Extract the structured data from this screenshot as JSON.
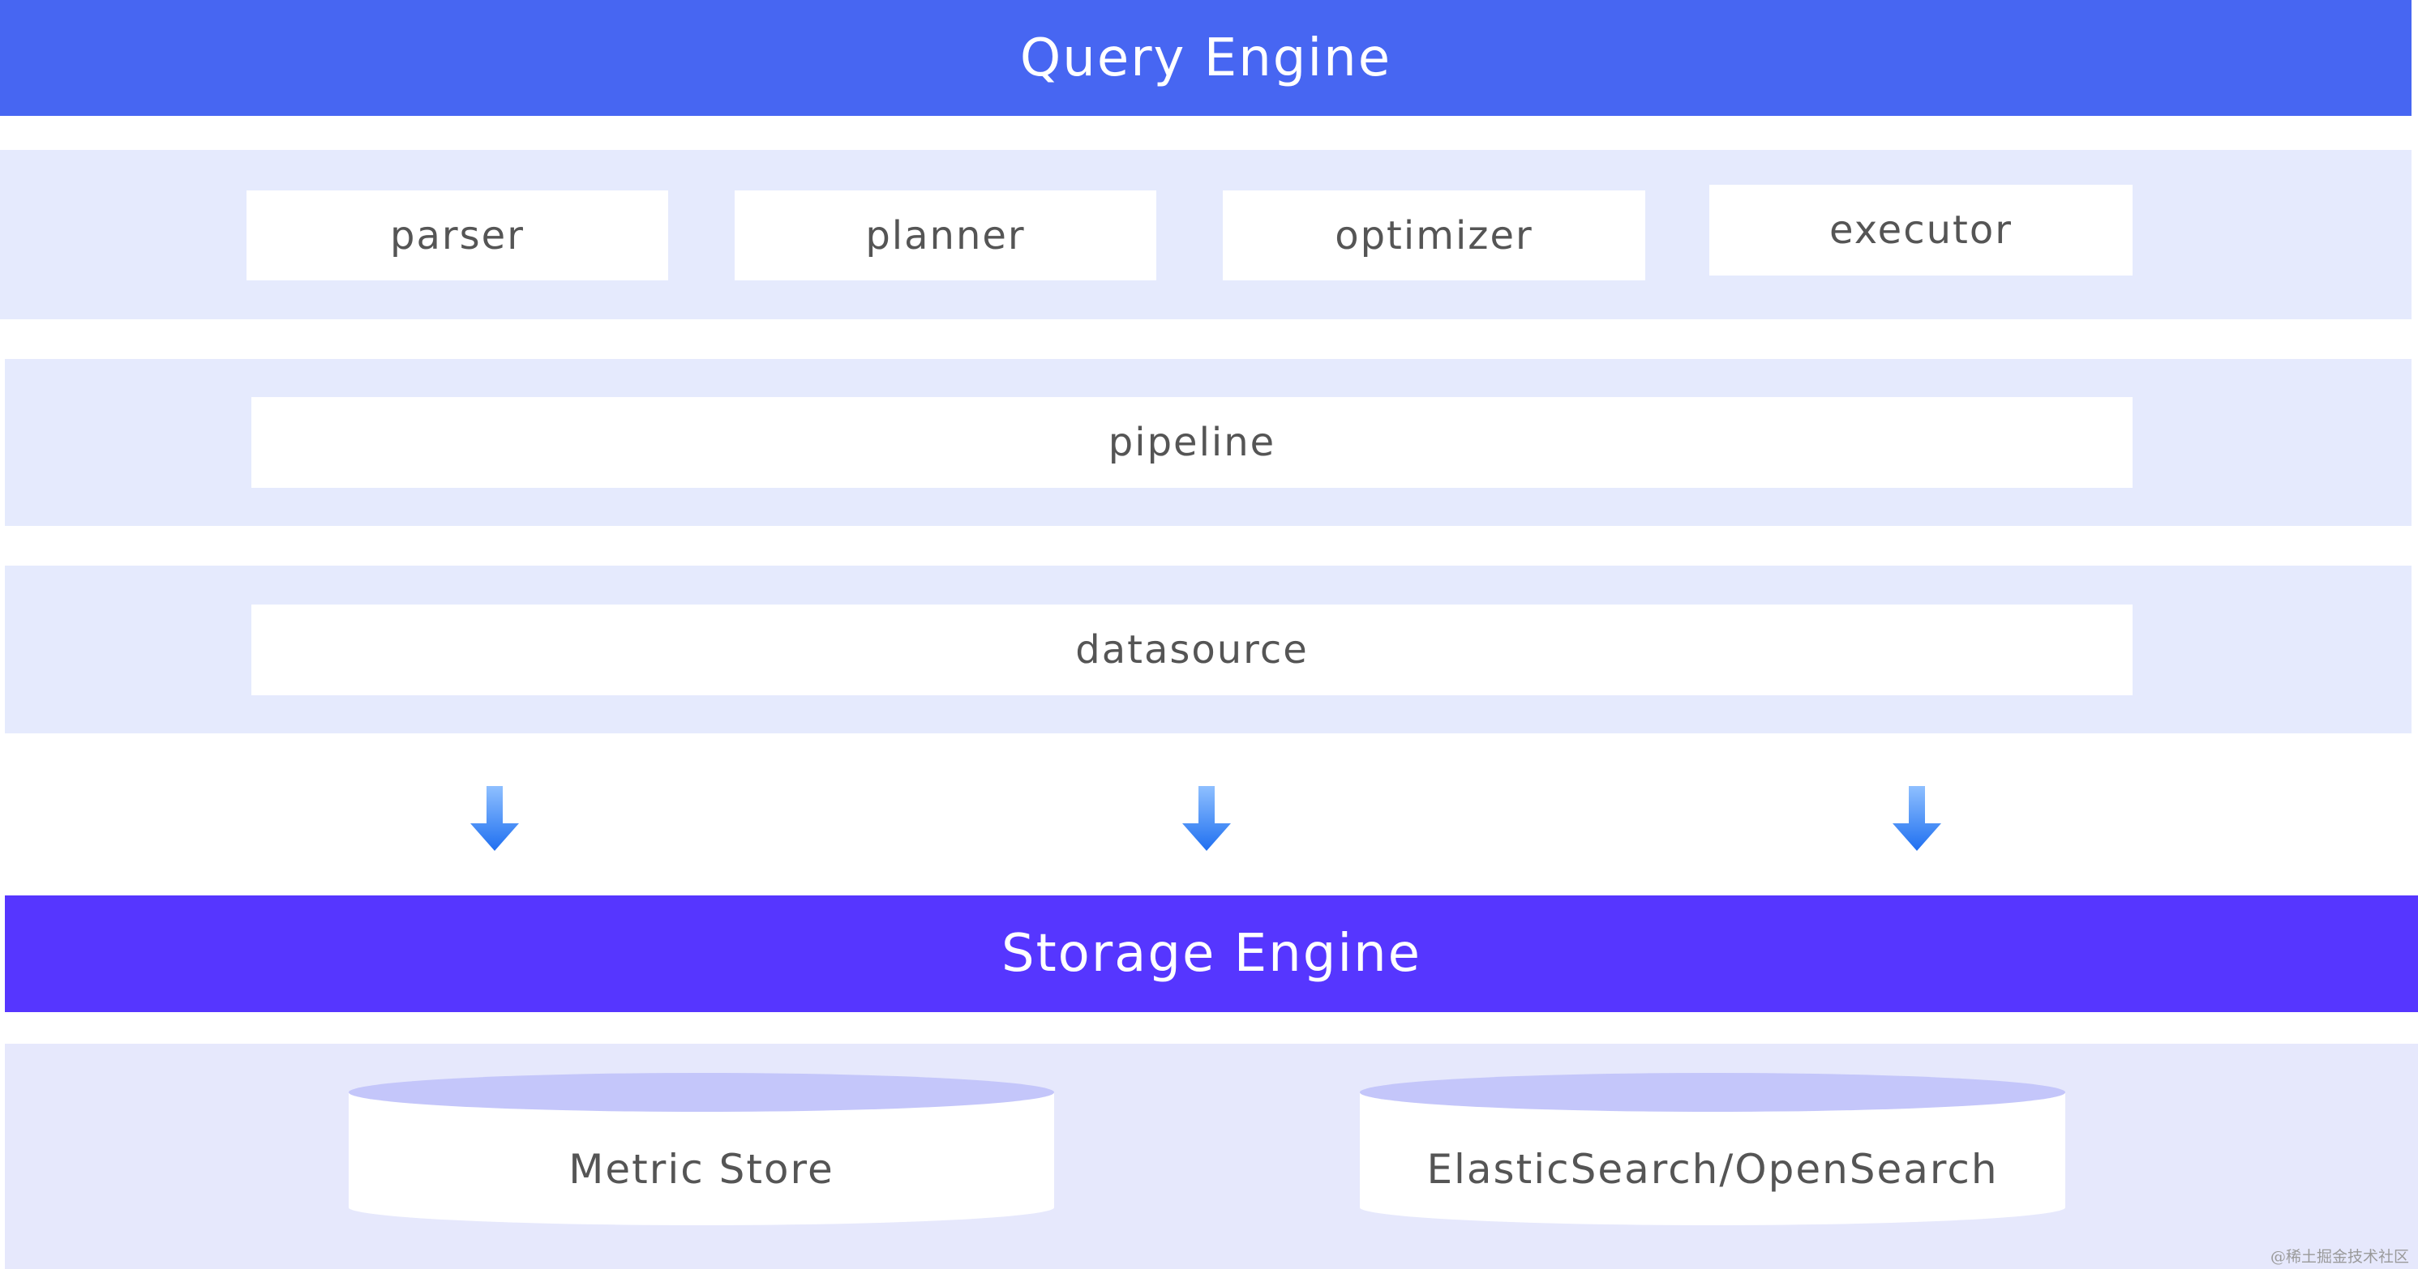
{
  "query_engine": {
    "title": "Query Engine",
    "components": [
      "parser",
      "planner",
      "optimizer",
      "executor"
    ],
    "pipeline": "pipeline",
    "datasource": "datasource"
  },
  "storage_engine": {
    "title": "Storage Engine",
    "stores": [
      "Metric Store",
      "ElasticSearch/OpenSearch"
    ]
  },
  "watermark": "@稀土掘金技术社区",
  "colors": {
    "query_bar": "#4766f2",
    "storage_bar": "#5636ff",
    "band": "#e5eafd",
    "cylinder_top": "#c4c6fa",
    "arrow_top": "#8fc0ff",
    "arrow_bottom": "#1f6ff0",
    "box_text": "#555555"
  },
  "icons": [
    "arrow-down-icon",
    "database-cylinder-icon"
  ]
}
